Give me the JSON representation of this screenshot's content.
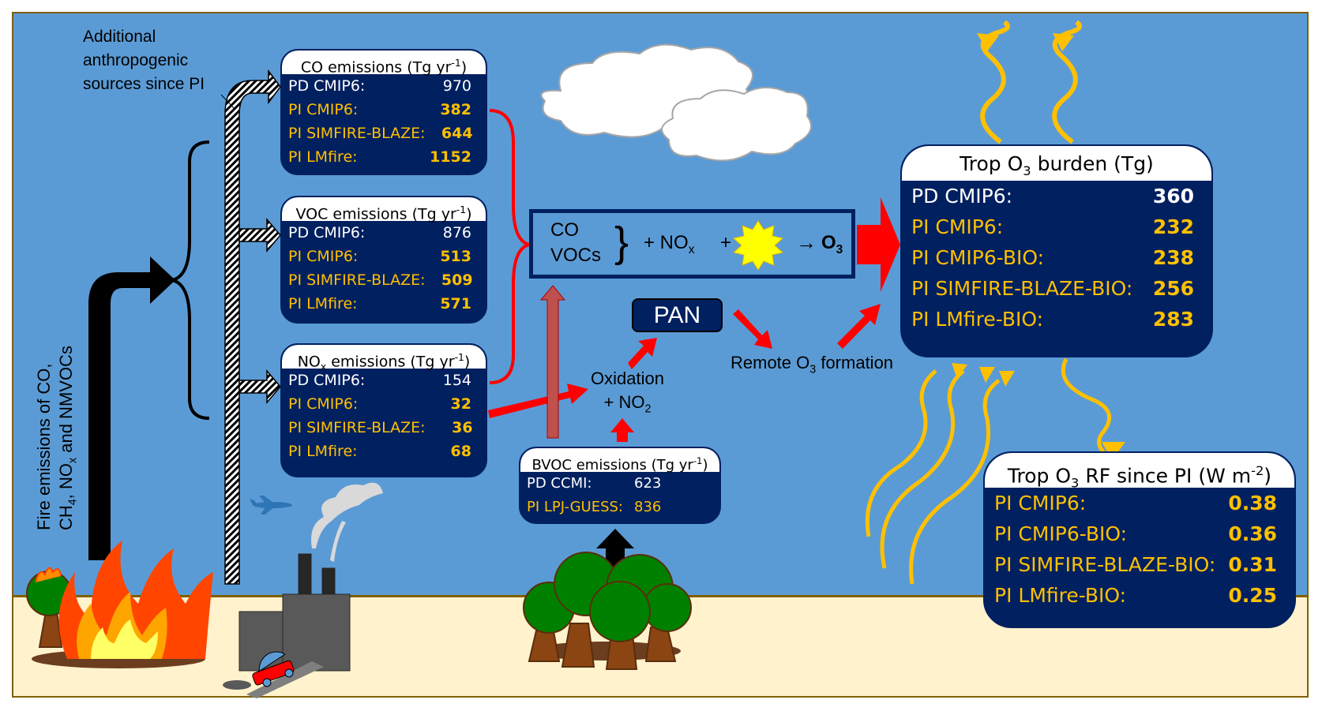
{
  "colors": {
    "sky": "#5B9BD5",
    "ground": "#FFF2CC",
    "ground_border": "#7F6000",
    "box_fill": "#002060",
    "pd_text": "#FFFFFF",
    "pi_text": "#FFC000",
    "arrow_red": "#FF0000",
    "radiation_yellow": "#FFC000",
    "sun": "#FFFF00"
  },
  "labels": {
    "anthro_sources": [
      "Additional",
      "anthropogenic",
      "sources since PI"
    ],
    "fire_emissions_line1": "Fire emissions of CO,",
    "fire_emissions_line2_a": "CH",
    "fire_emissions_line2_sub4": "4",
    "fire_emissions_line2_b": ", NO",
    "fire_emissions_line2_subx": "x",
    "fire_emissions_line2_c": " and NMVOCs",
    "oxidation_line1": "Oxidation",
    "oxidation_line2": "+ NO",
    "oxidation_sub": "2",
    "pan": "PAN",
    "remote_a": "Remote O",
    "remote_sub": "3",
    "remote_b": " formation"
  },
  "reaction": {
    "co": "CO",
    "vocs": "VOCs",
    "brace": "}",
    "plus_nox": "+ NO",
    "nox_sub": "x",
    "plus": "+",
    "arrow": "→",
    "o3": "O",
    "o3_sub": "3"
  },
  "co_emissions": {
    "title": "CO emissions (Tg yr",
    "title_sup": "-1",
    "title_end": ")",
    "rows": [
      {
        "label": "PD CMIP6:",
        "value": "970",
        "kind": "pd"
      },
      {
        "label": "PI CMIP6:",
        "value": "382",
        "kind": "pi"
      },
      {
        "label": "PI SIMFIRE-BLAZE:",
        "value": "644",
        "kind": "pi"
      },
      {
        "label": "PI LMfire:",
        "value": "1152",
        "kind": "pi"
      }
    ]
  },
  "voc_emissions": {
    "title": "VOC emissions (Tg yr",
    "title_sup": "-1",
    "title_end": ")",
    "rows": [
      {
        "label": "PD CMIP6:",
        "value": "876",
        "kind": "pd"
      },
      {
        "label": "PI CMIP6:",
        "value": "513",
        "kind": "pi"
      },
      {
        "label": "PI SIMFIRE-BLAZE:",
        "value": "509",
        "kind": "pi"
      },
      {
        "label": "PI LMfire:",
        "value": "571",
        "kind": "pi"
      }
    ]
  },
  "nox_emissions": {
    "title_a": "NO",
    "title_sub": "x",
    "title_b": " emissions (Tg yr",
    "title_sup": "-1",
    "title_end": ")",
    "rows": [
      {
        "label": "PD CMIP6:",
        "value": "154",
        "kind": "pd"
      },
      {
        "label": "PI CMIP6:",
        "value": "32",
        "kind": "pi"
      },
      {
        "label": "PI SIMFIRE-BLAZE:",
        "value": "36",
        "kind": "pi"
      },
      {
        "label": "PI LMfire:",
        "value": "68",
        "kind": "pi"
      }
    ]
  },
  "bvoc_emissions": {
    "title": "BVOC emissions (Tg yr",
    "title_sup": "-1",
    "title_end": ")",
    "rows": [
      {
        "label": "PD CCMI:",
        "value": "623",
        "kind": "pd"
      },
      {
        "label": "PI LPJ-GUESS:",
        "value": "836",
        "kind": "pi"
      }
    ]
  },
  "o3_burden": {
    "title_a": "Trop O",
    "title_sub": "3",
    "title_b": " burden (Tg)",
    "rows": [
      {
        "label": "PD CMIP6:",
        "value": "360",
        "kind": "pd"
      },
      {
        "label": "PI CMIP6:",
        "value": "232",
        "kind": "pi"
      },
      {
        "label": "PI CMIP6-BIO:",
        "value": "238",
        "kind": "pi"
      },
      {
        "label": "PI SIMFIRE-BLAZE-BIO:",
        "value": "256",
        "kind": "pi"
      },
      {
        "label": "PI LMfire-BIO:",
        "value": "283",
        "kind": "pi"
      }
    ]
  },
  "o3_rf": {
    "title_a": "Trop O",
    "title_sub": "3",
    "title_b": " RF since PI (W m",
    "title_sup": "-2",
    "title_end": ")",
    "rows": [
      {
        "label": "PI CMIP6:",
        "value": "0.38",
        "kind": "pi"
      },
      {
        "label": "PI CMIP6-BIO:",
        "value": "0.36",
        "kind": "pi"
      },
      {
        "label": "PI SIMFIRE-BLAZE-BIO:",
        "value": "0.31",
        "kind": "pi"
      },
      {
        "label": "PI LMfire-BIO:",
        "value": "0.25",
        "kind": "pi"
      }
    ]
  },
  "icons": [
    "cloud-icon",
    "sun-icon",
    "fire-icon",
    "burning-tree-icon",
    "factory-icon",
    "car-icon",
    "airplane-icon",
    "forest-icon",
    "smoke-icon",
    "radiation-arrow-icon"
  ]
}
